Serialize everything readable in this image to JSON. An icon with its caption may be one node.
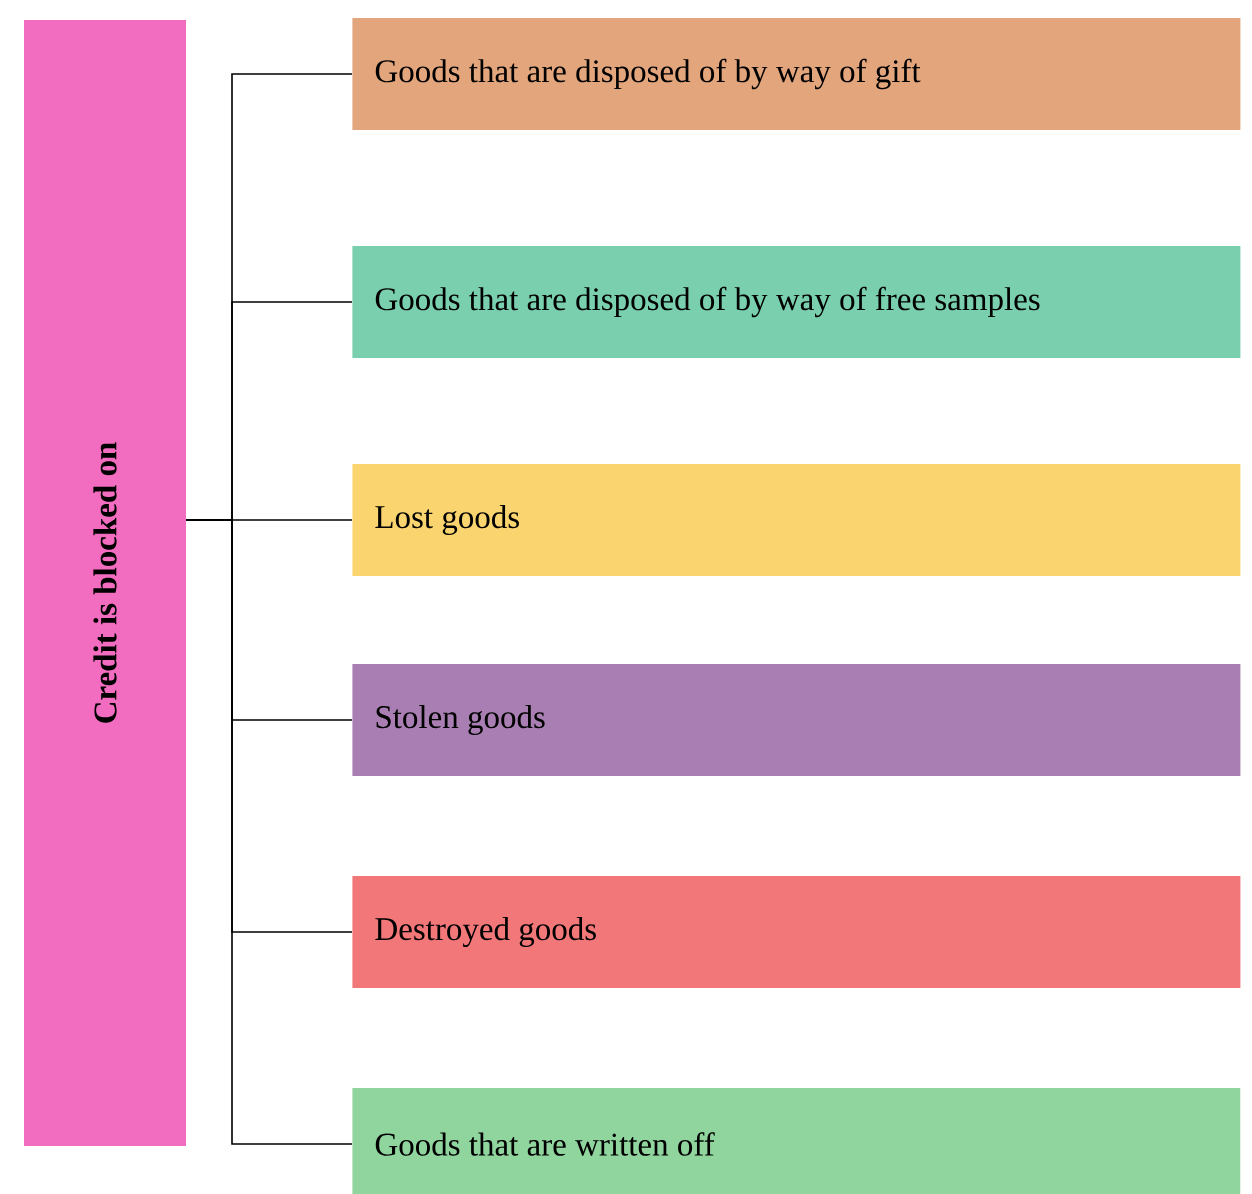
{
  "diagram": {
    "nodes": [
      {
        "text": [
          "Credit is blocked on"
        ]
      },
      {
        "text": [
          "Goods that are disposed of by way of gift"
        ]
      },
      {
        "text": [
          "Goods that are disposed of by way of free samples"
        ]
      },
      {
        "text": [
          "Lost goods"
        ]
      },
      {
        "text": [
          "Stolen goods"
        ]
      },
      {
        "text": [
          "Destroyed goods"
        ]
      },
      {
        "text": [
          "Goods that are written off"
        ]
      }
    ],
    "edges": [
      {
        "from": 0,
        "to": 1,
        "arrow": "none"
      },
      {
        "from": 0,
        "to": 2,
        "arrow": "none"
      },
      {
        "from": 0,
        "to": 3,
        "arrow": "none"
      },
      {
        "from": 0,
        "to": 4,
        "arrow": "none"
      },
      {
        "from": 0,
        "to": 5,
        "arrow": "none"
      },
      {
        "from": 0,
        "to": 6,
        "arrow": "none"
      }
    ]
  }
}
